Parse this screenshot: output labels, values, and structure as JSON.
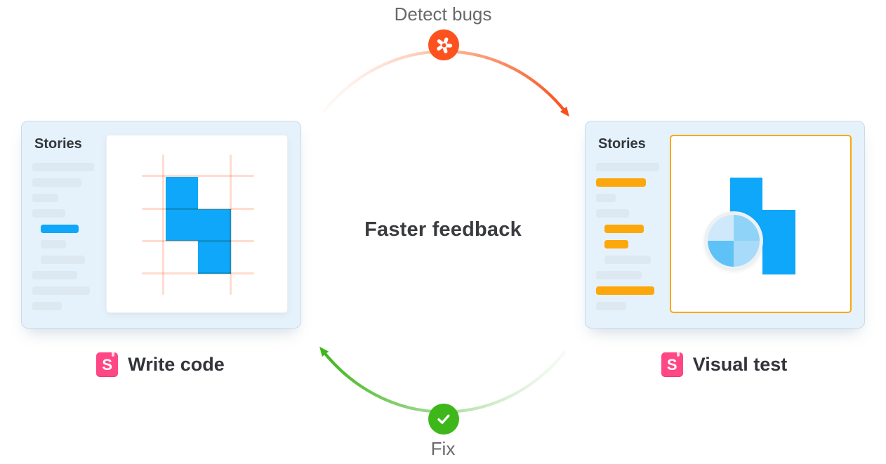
{
  "colors": {
    "accent_blue": "#0fa7f9",
    "accent_orange": "#fca70b",
    "chromatic_orange": "#fc521f",
    "success_green": "#3eb71b",
    "storybook_pink": "#ff4785",
    "bar_gray": "#dde8f1",
    "card_bg": "#e6f2fb",
    "grid_pink": "#ffd9cb"
  },
  "cycle": {
    "top_label": "Detect bugs",
    "center_label": "Faster feedback",
    "bottom_label": "Fix",
    "top_icon": "chromatic-aperture",
    "bottom_icon": "checkmark"
  },
  "left_card": {
    "title": "Stories",
    "caption": "Write code",
    "logo_letter": "S",
    "bars": [
      {
        "width": 88,
        "indented": false,
        "color": "gray"
      },
      {
        "width": 70,
        "indented": false,
        "color": "gray"
      },
      {
        "width": 37,
        "indented": false,
        "color": "gray"
      },
      {
        "width": 47,
        "indented": false,
        "color": "gray"
      },
      {
        "width": 54,
        "indented": true,
        "color": "blue"
      },
      {
        "width": 36,
        "indented": true,
        "color": "gray"
      },
      {
        "width": 63,
        "indented": true,
        "color": "gray"
      },
      {
        "width": 64,
        "indented": false,
        "color": "gray"
      },
      {
        "width": 82,
        "indented": false,
        "color": "gray"
      },
      {
        "width": 42,
        "indented": false,
        "color": "gray"
      }
    ]
  },
  "right_card": {
    "title": "Stories",
    "caption": "Visual test",
    "logo_letter": "S",
    "bars": [
      {
        "width": 90,
        "indented": false,
        "color": "gray"
      },
      {
        "width": 71,
        "indented": false,
        "color": "orange"
      },
      {
        "width": 28,
        "indented": false,
        "color": "gray"
      },
      {
        "width": 47,
        "indented": false,
        "color": "gray"
      },
      {
        "width": 56,
        "indented": true,
        "color": "orange"
      },
      {
        "width": 34,
        "indented": true,
        "color": "orange"
      },
      {
        "width": 66,
        "indented": true,
        "color": "gray"
      },
      {
        "width": 65,
        "indented": false,
        "color": "gray"
      },
      {
        "width": 83,
        "indented": false,
        "color": "orange"
      },
      {
        "width": 43,
        "indented": false,
        "color": "gray"
      }
    ],
    "pie": {
      "tl": "#cfe9fb",
      "tr": "#90d3f8",
      "bl": "#5fc2f7",
      "br": "#a8dbf9"
    }
  }
}
